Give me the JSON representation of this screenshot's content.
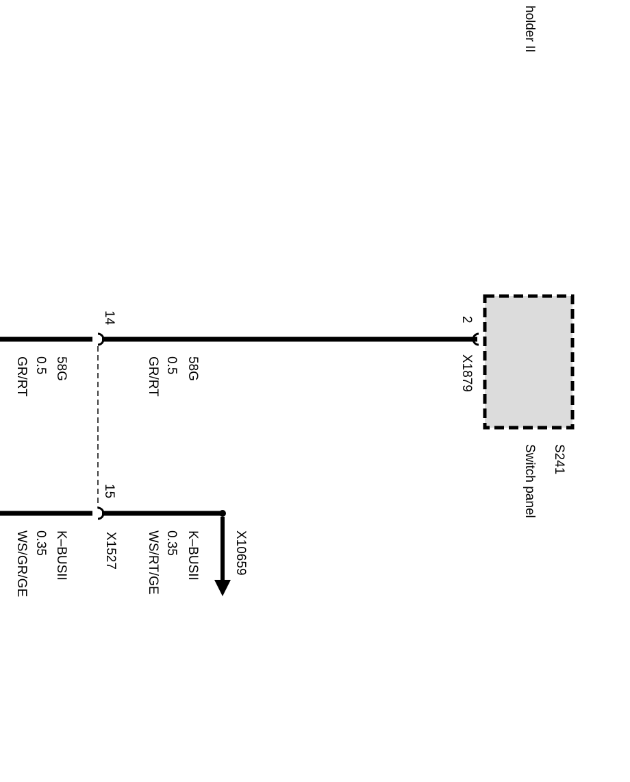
{
  "colors": {
    "wire": "#000000",
    "component_fill": "#dcdcdc",
    "background": "#ffffff"
  },
  "header": {
    "title_fragment": "holder II"
  },
  "component": {
    "id": "S241",
    "name": "Switch panel",
    "connector": "X1879",
    "pin": "2"
  },
  "connector_x1527": {
    "id": "X1527",
    "pin_a": "14",
    "pin_b": "15"
  },
  "wire_58g_upper": {
    "signal": "58G",
    "gauge": "0.5",
    "color": "GR/RT"
  },
  "wire_58g_lower": {
    "signal": "58G",
    "gauge": "0.5",
    "color": "GR/RT"
  },
  "wire_kbus_upper": {
    "signal": "K–BUSII",
    "gauge": "0.35",
    "color": "WS/RT/GE"
  },
  "wire_kbus_lower": {
    "signal": "K–BUSII",
    "gauge": "0.35",
    "color": "WS/GR/GE"
  },
  "continuation": {
    "connector": "X10659",
    "icon": "arrow-down-icon"
  }
}
